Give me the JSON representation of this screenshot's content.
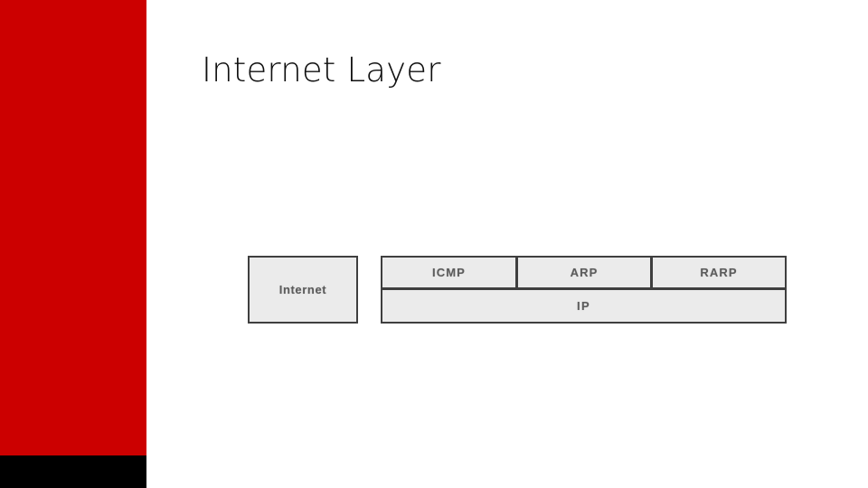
{
  "slide": {
    "title": "Internet Layer",
    "background_color": "#ffffff",
    "accent_bar_color": "#cc0000",
    "footer_bar_color": "#000000"
  },
  "diagram": {
    "name": "internet-layer-protocol-diagram",
    "box_fill_color": "#ebebeb",
    "box_border_color": "#3f3f3f",
    "label_color": "#5c5c5c",
    "layer_box": {
      "label": "Internet"
    },
    "protocol_row": [
      {
        "label": "ICMP"
      },
      {
        "label": "ARP"
      },
      {
        "label": "RARP"
      }
    ],
    "base_protocol": {
      "label": "IP"
    }
  }
}
